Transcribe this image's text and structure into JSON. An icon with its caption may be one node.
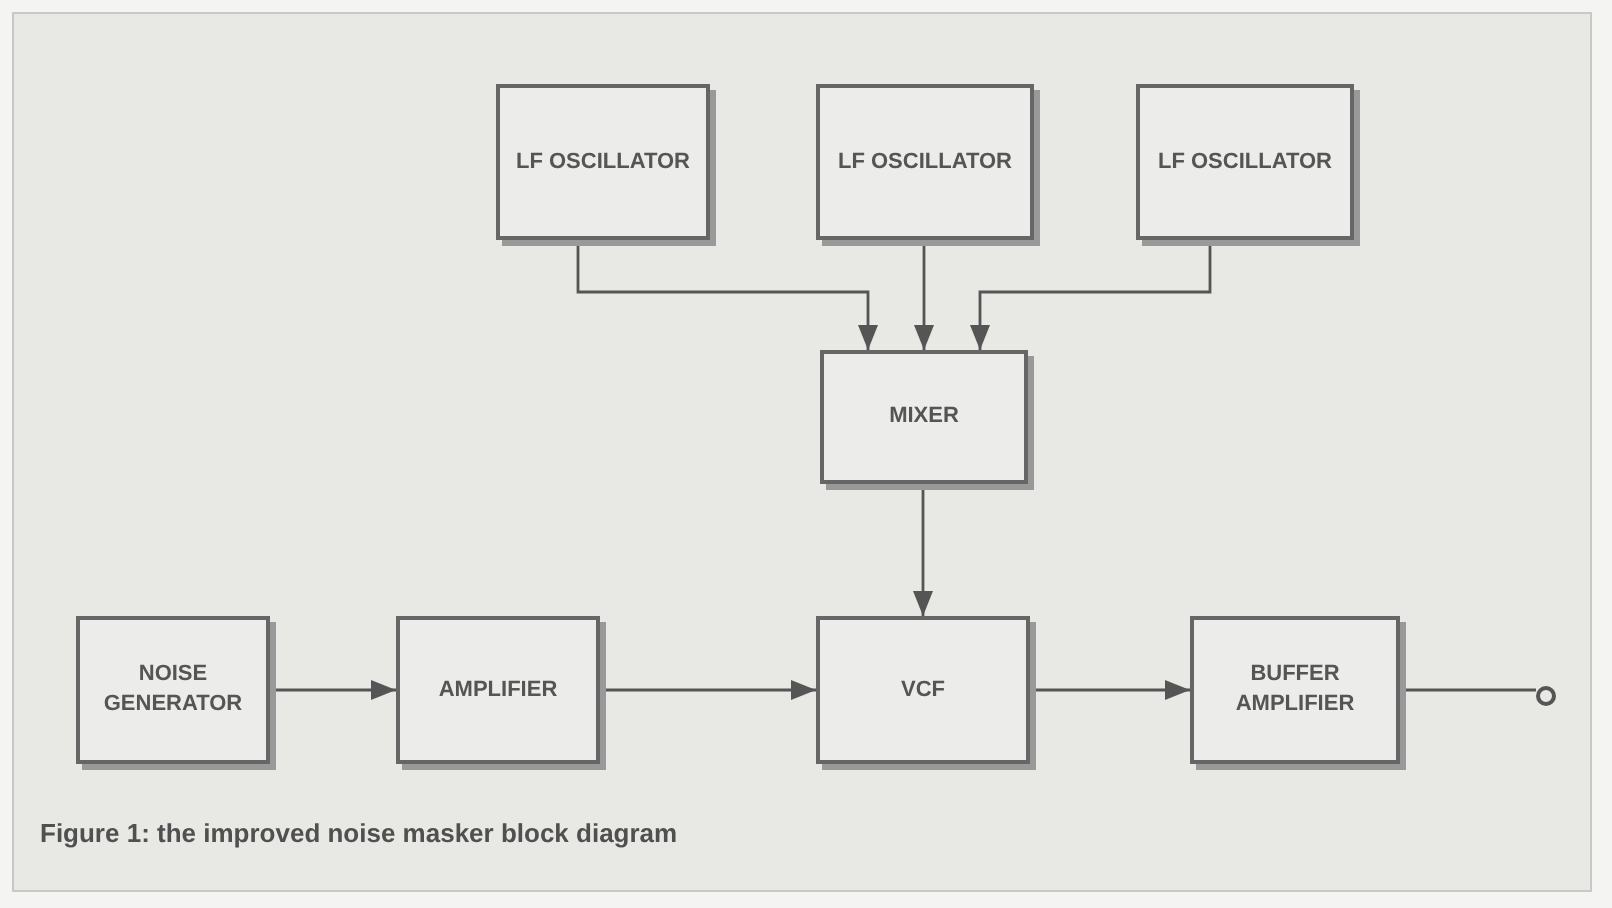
{
  "diagram": {
    "caption": "Figure 1: the improved noise masker block diagram",
    "nodes": [
      {
        "text": [
          "LF OSCILLATOR"
        ]
      },
      {
        "text": [
          "LF OSCILLATOR"
        ]
      },
      {
        "text": [
          "LF OSCILLATOR"
        ]
      },
      {
        "text": [
          "MIXER"
        ]
      },
      {
        "text": [
          "NOISE GENERATOR"
        ]
      },
      {
        "text": [
          "AMPLIFIER"
        ]
      },
      {
        "text": [
          "VCF"
        ]
      },
      {
        "text": [
          "BUFFER AMPLIFIER"
        ]
      },
      {
        "text": [],
        "shape": "circle"
      }
    ],
    "edges": [
      {
        "from": 0,
        "to": 3,
        "arrow": "to"
      },
      {
        "from": 1,
        "to": 3,
        "arrow": "to"
      },
      {
        "from": 2,
        "to": 3,
        "arrow": "to"
      },
      {
        "from": 3,
        "to": 6,
        "arrow": "to"
      },
      {
        "from": 4,
        "to": 5,
        "arrow": "to"
      },
      {
        "from": 5,
        "to": 6,
        "arrow": "to"
      },
      {
        "from": 6,
        "to": 7,
        "arrow": "to"
      },
      {
        "from": 7,
        "to": 8,
        "arrow": "none"
      }
    ]
  }
}
